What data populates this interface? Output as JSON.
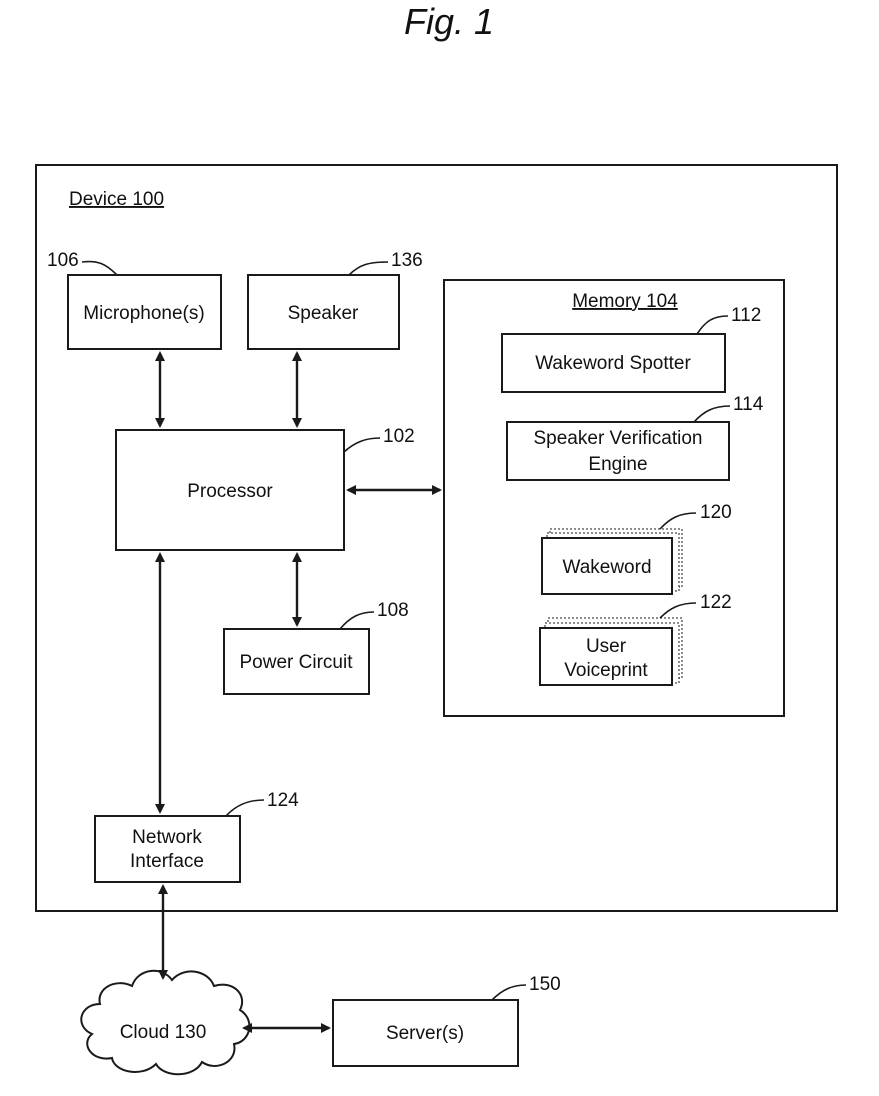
{
  "figure": {
    "title": "Fig. 1"
  },
  "device": {
    "label": "Device 100"
  },
  "microphone": {
    "label": "Microphone(s)",
    "ref": "106"
  },
  "speaker": {
    "label": "Speaker",
    "ref": "136"
  },
  "processor": {
    "label": "Processor",
    "ref": "102"
  },
  "power_circuit": {
    "label": "Power Circuit",
    "ref": "108"
  },
  "network_interface": {
    "line1": "Network",
    "line2": "Interface",
    "ref": "124"
  },
  "memory": {
    "label": "Memory 104",
    "wakeword_spotter": {
      "label": "Wakeword Spotter",
      "ref": "112"
    },
    "speaker_verification": {
      "line1": "Speaker Verification",
      "line2": "Engine",
      "ref": "114"
    },
    "wakeword": {
      "label": "Wakeword",
      "ref": "120"
    },
    "voiceprint": {
      "line1": "User",
      "line2": "Voiceprint",
      "ref": "122"
    }
  },
  "cloud": {
    "label": "Cloud 130"
  },
  "server": {
    "label": "Server(s)",
    "ref": "150"
  }
}
